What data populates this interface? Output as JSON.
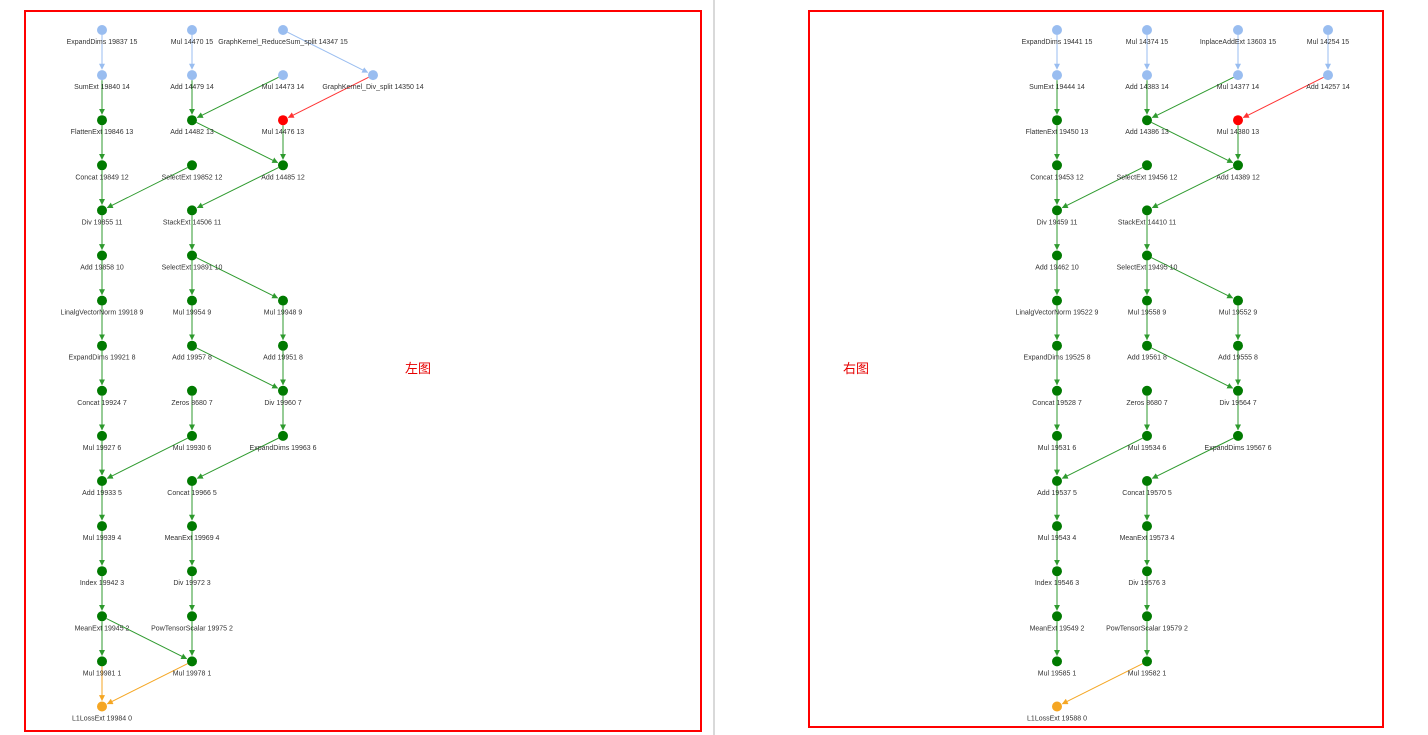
{
  "colors": {
    "frame": "#ff0000",
    "green_node": "#007a00",
    "green_edge": "#2e9a2e",
    "blue_node": "#99bdf0",
    "blue_edge": "#99bdf0",
    "red_node": "#ff0000",
    "red_edge": "#ff3333",
    "orange_node": "#f5a623",
    "orange_edge": "#f5a623"
  },
  "panels": [
    {
      "title": "左图",
      "nodes": [
        {
          "id": "L0",
          "label": "ExpandDims 19837 15",
          "color": "blue"
        },
        {
          "id": "L1",
          "label": "Mul 14470 15",
          "color": "blue"
        },
        {
          "id": "L2",
          "label": "GraphKernel_ReduceSum_split 14347 15",
          "color": "blue"
        },
        {
          "id": "L3",
          "label": "SumExt 19840 14",
          "color": "blue"
        },
        {
          "id": "L4",
          "label": "Add 14479 14",
          "color": "blue"
        },
        {
          "id": "L5",
          "label": "Mul 14473 14",
          "color": "blue"
        },
        {
          "id": "L6",
          "label": "GraphKernel_Div_split 14350 14",
          "color": "blue"
        },
        {
          "id": "L7",
          "label": "FlattenExt 19846 13",
          "color": "green"
        },
        {
          "id": "L8",
          "label": "Add 14482 13",
          "color": "green"
        },
        {
          "id": "L9",
          "label": "Mul 14476 13",
          "color": "red"
        },
        {
          "id": "L10",
          "label": "Concat 19849 12",
          "color": "green"
        },
        {
          "id": "L11",
          "label": "SelectExt 19852 12",
          "color": "green"
        },
        {
          "id": "L12",
          "label": "Add 14485 12",
          "color": "green"
        },
        {
          "id": "L13",
          "label": "Div 19855 11",
          "color": "green"
        },
        {
          "id": "L14",
          "label": "StackExt 14506 11",
          "color": "green"
        },
        {
          "id": "L15",
          "label": "Add 19858 10",
          "color": "green"
        },
        {
          "id": "L16",
          "label": "SelectExt 19891 10",
          "color": "green"
        },
        {
          "id": "L17",
          "label": "LinalgVectorNorm 19918 9",
          "color": "green"
        },
        {
          "id": "L18",
          "label": "Mul 19954 9",
          "color": "green"
        },
        {
          "id": "L19",
          "label": "Mul 19948 9",
          "color": "green"
        },
        {
          "id": "L20",
          "label": "ExpandDims 19921 8",
          "color": "green"
        },
        {
          "id": "L21",
          "label": "Add 19957 8",
          "color": "green"
        },
        {
          "id": "L22",
          "label": "Add 19951 8",
          "color": "green"
        },
        {
          "id": "L23",
          "label": "Concat 19924 7",
          "color": "green"
        },
        {
          "id": "L24",
          "label": "Zeros 8680 7",
          "color": "green"
        },
        {
          "id": "L25",
          "label": "Div 19960 7",
          "color": "green"
        },
        {
          "id": "L26",
          "label": "Mul 19927 6",
          "color": "green"
        },
        {
          "id": "L27",
          "label": "Mul 19930 6",
          "color": "green"
        },
        {
          "id": "L28",
          "label": "ExpandDims 19963 6",
          "color": "green"
        },
        {
          "id": "L29",
          "label": "Add 19933 5",
          "color": "green"
        },
        {
          "id": "L30",
          "label": "Concat 19966 5",
          "color": "green"
        },
        {
          "id": "L31",
          "label": "Mul 19939 4",
          "color": "green"
        },
        {
          "id": "L32",
          "label": "MeanExt 19969 4",
          "color": "green"
        },
        {
          "id": "L33",
          "label": "Index 19942 3",
          "color": "green"
        },
        {
          "id": "L34",
          "label": "Div 19972 3",
          "color": "green"
        },
        {
          "id": "L35",
          "label": "MeanExt 19945 2",
          "color": "green"
        },
        {
          "id": "L36",
          "label": "PowTensorScalar 19975 2",
          "color": "green"
        },
        {
          "id": "L37",
          "label": "Mul 19981 1",
          "color": "green"
        },
        {
          "id": "L38",
          "label": "Mul 19978 1",
          "color": "green"
        },
        {
          "id": "L39",
          "label": "L1LossExt 19984 0",
          "color": "orange"
        }
      ],
      "edges": [
        {
          "from": "L0",
          "to": "L3",
          "color": "blue"
        },
        {
          "from": "L1",
          "to": "L4",
          "color": "blue"
        },
        {
          "from": "L2",
          "to": "L6",
          "color": "blue"
        },
        {
          "from": "L3",
          "to": "L7",
          "color": "green"
        },
        {
          "from": "L4",
          "to": "L8",
          "color": "green"
        },
        {
          "from": "L5",
          "to": "L8",
          "color": "green"
        },
        {
          "from": "L6",
          "to": "L9",
          "color": "red"
        },
        {
          "from": "L7",
          "to": "L10",
          "color": "green"
        },
        {
          "from": "L8",
          "to": "L12",
          "color": "green"
        },
        {
          "from": "L9",
          "to": "L12",
          "color": "green"
        },
        {
          "from": "L10",
          "to": "L13",
          "color": "green"
        },
        {
          "from": "L11",
          "to": "L13",
          "color": "green"
        },
        {
          "from": "L12",
          "to": "L14",
          "color": "green"
        },
        {
          "from": "L13",
          "to": "L15",
          "color": "green"
        },
        {
          "from": "L14",
          "to": "L16",
          "color": "green"
        },
        {
          "from": "L15",
          "to": "L17",
          "color": "green"
        },
        {
          "from": "L16",
          "to": "L18",
          "color": "green"
        },
        {
          "from": "L16",
          "to": "L19",
          "color": "green"
        },
        {
          "from": "L17",
          "to": "L20",
          "color": "green"
        },
        {
          "from": "L18",
          "to": "L21",
          "color": "green"
        },
        {
          "from": "L19",
          "to": "L22",
          "color": "green"
        },
        {
          "from": "L20",
          "to": "L23",
          "color": "green"
        },
        {
          "from": "L21",
          "to": "L25",
          "color": "green"
        },
        {
          "from": "L22",
          "to": "L25",
          "color": "green"
        },
        {
          "from": "L23",
          "to": "L26",
          "color": "green"
        },
        {
          "from": "L24",
          "to": "L27",
          "color": "green"
        },
        {
          "from": "L25",
          "to": "L28",
          "color": "green"
        },
        {
          "from": "L26",
          "to": "L29",
          "color": "green"
        },
        {
          "from": "L27",
          "to": "L29",
          "color": "green"
        },
        {
          "from": "L28",
          "to": "L30",
          "color": "green"
        },
        {
          "from": "L29",
          "to": "L31",
          "color": "green"
        },
        {
          "from": "L30",
          "to": "L32",
          "color": "green"
        },
        {
          "from": "L31",
          "to": "L33",
          "color": "green"
        },
        {
          "from": "L32",
          "to": "L34",
          "color": "green"
        },
        {
          "from": "L33",
          "to": "L35",
          "color": "green"
        },
        {
          "from": "L34",
          "to": "L36",
          "color": "green"
        },
        {
          "from": "L35",
          "to": "L37",
          "color": "green"
        },
        {
          "from": "L35",
          "to": "L38",
          "color": "green"
        },
        {
          "from": "L36",
          "to": "L38",
          "color": "green"
        },
        {
          "from": "L37",
          "to": "L39",
          "color": "orange"
        },
        {
          "from": "L38",
          "to": "L39",
          "color": "orange"
        }
      ]
    },
    {
      "title": "右图",
      "nodes": [
        {
          "id": "R0",
          "label": "ExpandDims 19441 15",
          "color": "blue"
        },
        {
          "id": "R1",
          "label": "Mul 14374 15",
          "color": "blue"
        },
        {
          "id": "R2",
          "label": "InplaceAddExt 13603 15",
          "color": "blue"
        },
        {
          "id": "R3",
          "label": "Mul 14254 15",
          "color": "blue"
        },
        {
          "id": "R4",
          "label": "SumExt 19444 14",
          "color": "blue"
        },
        {
          "id": "R5",
          "label": "Add 14383 14",
          "color": "blue"
        },
        {
          "id": "R6",
          "label": "Mul 14377 14",
          "color": "blue"
        },
        {
          "id": "R7",
          "label": "Add 14257 14",
          "color": "blue"
        },
        {
          "id": "R8",
          "label": "FlattenExt 19450 13",
          "color": "green"
        },
        {
          "id": "R9",
          "label": "Add 14386 13",
          "color": "green"
        },
        {
          "id": "R10",
          "label": "Mul 14380 13",
          "color": "red"
        },
        {
          "id": "R11",
          "label": "Concat 19453 12",
          "color": "green"
        },
        {
          "id": "R12",
          "label": "SelectExt 19456 12",
          "color": "green"
        },
        {
          "id": "R13",
          "label": "Add 14389 12",
          "color": "green"
        },
        {
          "id": "R14",
          "label": "Div 19459 11",
          "color": "green"
        },
        {
          "id": "R15",
          "label": "StackExt 14410 11",
          "color": "green"
        },
        {
          "id": "R16",
          "label": "Add 19462 10",
          "color": "green"
        },
        {
          "id": "R17",
          "label": "SelectExt 19495 10",
          "color": "green"
        },
        {
          "id": "R18",
          "label": "LinalgVectorNorm 19522 9",
          "color": "green"
        },
        {
          "id": "R19",
          "label": "Mul 19558 9",
          "color": "green"
        },
        {
          "id": "R20",
          "label": "Mul 19552 9",
          "color": "green"
        },
        {
          "id": "R21",
          "label": "ExpandDims 19525 8",
          "color": "green"
        },
        {
          "id": "R22",
          "label": "Add 19561 8",
          "color": "green"
        },
        {
          "id": "R23",
          "label": "Add 19555 8",
          "color": "green"
        },
        {
          "id": "R24",
          "label": "Concat 19528 7",
          "color": "green"
        },
        {
          "id": "R25",
          "label": "Zeros 8680 7",
          "color": "green"
        },
        {
          "id": "R26",
          "label": "Div 19564 7",
          "color": "green"
        },
        {
          "id": "R27",
          "label": "Mul 19531 6",
          "color": "green"
        },
        {
          "id": "R28",
          "label": "Mul 19534 6",
          "color": "green"
        },
        {
          "id": "R29",
          "label": "ExpandDims 19567 6",
          "color": "green"
        },
        {
          "id": "R30",
          "label": "Add 19537 5",
          "color": "green"
        },
        {
          "id": "R31",
          "label": "Concat 19570 5",
          "color": "green"
        },
        {
          "id": "R32",
          "label": "Mul 19543 4",
          "color": "green"
        },
        {
          "id": "R33",
          "label": "MeanExt 19573 4",
          "color": "green"
        },
        {
          "id": "R34",
          "label": "Index 19546 3",
          "color": "green"
        },
        {
          "id": "R35",
          "label": "Div 19576 3",
          "color": "green"
        },
        {
          "id": "R36",
          "label": "MeanExt 19549 2",
          "color": "green"
        },
        {
          "id": "R37",
          "label": "PowTensorScalar 19579 2",
          "color": "green"
        },
        {
          "id": "R38",
          "label": "Mul 19585 1",
          "color": "green"
        },
        {
          "id": "R39",
          "label": "Mul 19582 1",
          "color": "green"
        },
        {
          "id": "R40",
          "label": "L1LossExt 19588 0",
          "color": "orange"
        }
      ],
      "edges": [
        {
          "from": "R0",
          "to": "R4",
          "color": "blue"
        },
        {
          "from": "R1",
          "to": "R5",
          "color": "blue"
        },
        {
          "from": "R2",
          "to": "R6",
          "color": "blue"
        },
        {
          "from": "R3",
          "to": "R7",
          "color": "blue"
        },
        {
          "from": "R4",
          "to": "R8",
          "color": "green"
        },
        {
          "from": "R5",
          "to": "R9",
          "color": "green"
        },
        {
          "from": "R6",
          "to": "R9",
          "color": "green"
        },
        {
          "from": "R7",
          "to": "R10",
          "color": "red"
        },
        {
          "from": "R8",
          "to": "R11",
          "color": "green"
        },
        {
          "from": "R9",
          "to": "R13",
          "color": "green"
        },
        {
          "from": "R10",
          "to": "R13",
          "color": "green"
        },
        {
          "from": "R11",
          "to": "R14",
          "color": "green"
        },
        {
          "from": "R12",
          "to": "R14",
          "color": "green"
        },
        {
          "from": "R13",
          "to": "R15",
          "color": "green"
        },
        {
          "from": "R14",
          "to": "R16",
          "color": "green"
        },
        {
          "from": "R15",
          "to": "R17",
          "color": "green"
        },
        {
          "from": "R16",
          "to": "R18",
          "color": "green"
        },
        {
          "from": "R17",
          "to": "R19",
          "color": "green"
        },
        {
          "from": "R17",
          "to": "R20",
          "color": "green"
        },
        {
          "from": "R18",
          "to": "R21",
          "color": "green"
        },
        {
          "from": "R19",
          "to": "R22",
          "color": "green"
        },
        {
          "from": "R20",
          "to": "R23",
          "color": "green"
        },
        {
          "from": "R21",
          "to": "R24",
          "color": "green"
        },
        {
          "from": "R22",
          "to": "R26",
          "color": "green"
        },
        {
          "from": "R23",
          "to": "R26",
          "color": "green"
        },
        {
          "from": "R24",
          "to": "R27",
          "color": "green"
        },
        {
          "from": "R25",
          "to": "R28",
          "color": "green"
        },
        {
          "from": "R26",
          "to": "R29",
          "color": "green"
        },
        {
          "from": "R27",
          "to": "R30",
          "color": "green"
        },
        {
          "from": "R28",
          "to": "R30",
          "color": "green"
        },
        {
          "from": "R29",
          "to": "R31",
          "color": "green"
        },
        {
          "from": "R30",
          "to": "R32",
          "color": "green"
        },
        {
          "from": "R31",
          "to": "R33",
          "color": "green"
        },
        {
          "from": "R32",
          "to": "R34",
          "color": "green"
        },
        {
          "from": "R33",
          "to": "R35",
          "color": "green"
        },
        {
          "from": "R34",
          "to": "R36",
          "color": "green"
        },
        {
          "from": "R35",
          "to": "R37",
          "color": "green"
        },
        {
          "from": "R36",
          "to": "R38",
          "color": "green"
        },
        {
          "from": "R37",
          "to": "R39",
          "color": "green"
        },
        {
          "from": "R39",
          "to": "R40",
          "color": "orange"
        }
      ]
    }
  ]
}
